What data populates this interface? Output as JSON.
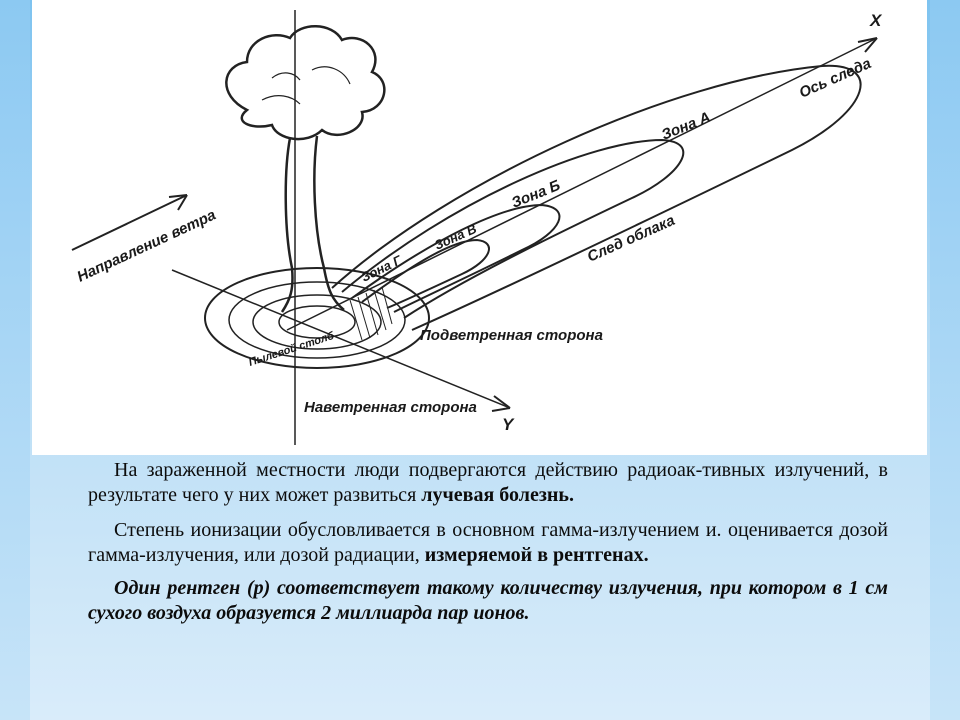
{
  "diagram": {
    "axis_x": "X",
    "axis_y": "Y",
    "axis_trace": "Ось следа",
    "wind_direction": "Направление ветра",
    "zone_a": "Зона А",
    "zone_b": "Зона Б",
    "zone_v": "Зона В",
    "zone_g": "Зона Г",
    "cloud_trace": "След облака",
    "leeward_side": "Подветренная сторона",
    "windward_side": "Наветренная сторона",
    "dust_column": "Пылевой столб"
  },
  "text": {
    "p1_main": "На зараженной местности люди подвергаются действию радиоак-тивных излучений, в результате чего у них может развиться ",
    "p1_bold": "лучевая болезнь.",
    "p2_main": "Степень ионизации обусловливается в основном гамма-излучением и. оценивается дозой гамма-излучения, или дозой радиации, ",
    "p2_bold": "измеряемой в рентгенах.",
    "p3": "Один рентген (р) соответствует такому количеству излучения, при котором в 1 см сухого воздуха образуется 2 миллиарда пар ионов."
  }
}
